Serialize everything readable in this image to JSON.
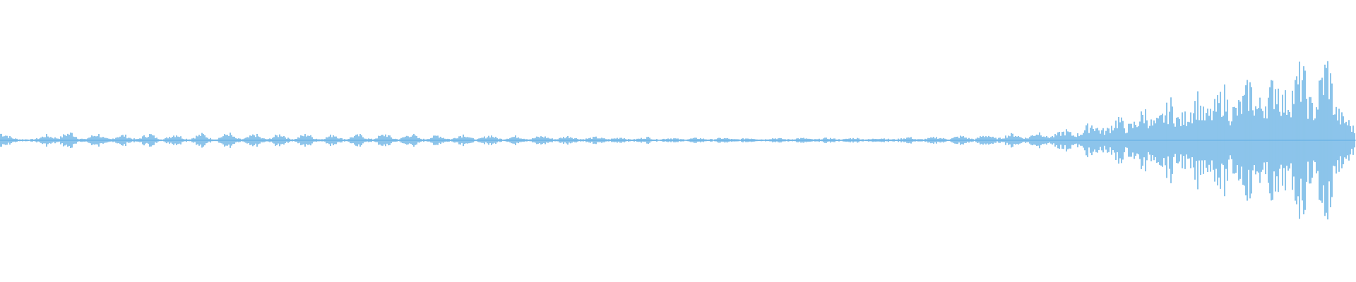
{
  "waveform": {
    "color": "#5aaae2",
    "background": "#ffffff",
    "peaks": [
      0.07,
      0.05,
      0.02,
      0.01,
      0.01,
      0.01,
      0.02,
      0.05,
      0.03,
      0.02,
      0.06,
      0.07,
      0.02,
      0.01,
      0.04,
      0.06,
      0.02,
      0.01,
      0.04,
      0.05,
      0.02,
      0.01,
      0.04,
      0.06,
      0.02,
      0.01,
      0.04,
      0.06,
      0.02,
      0.01,
      0.04,
      0.06,
      0.02,
      0.01,
      0.04,
      0.07,
      0.02,
      0.01,
      0.03,
      0.06,
      0.02,
      0.01,
      0.04,
      0.06,
      0.02,
      0.01,
      0.04,
      0.06,
      0.02,
      0.01,
      0.03,
      0.06,
      0.02,
      0.01,
      0.04,
      0.05,
      0.02,
      0.01,
      0.04,
      0.06,
      0.02,
      0.01,
      0.04,
      0.06,
      0.02,
      0.01,
      0.03,
      0.05,
      0.02,
      0.01,
      0.04,
      0.06,
      0.02,
      0.01,
      0.03,
      0.05,
      0.02,
      0.01,
      0.03,
      0.04,
      0.02,
      0.01,
      0.03,
      0.04,
      0.02,
      0.01,
      0.03,
      0.04,
      0.02,
      0.01,
      0.02,
      0.03,
      0.02,
      0.01,
      0.02,
      0.03,
      0.01,
      0.01,
      0.02,
      0.03,
      0.01,
      0.01,
      0.02,
      0.02,
      0.01,
      0.01,
      0.02,
      0.02,
      0.01,
      0.01,
      0.02,
      0.02,
      0.01,
      0.01,
      0.02,
      0.02,
      0.01,
      0.01,
      0.02,
      0.02,
      0.01,
      0.01,
      0.02,
      0.02,
      0.01,
      0.01,
      0.02,
      0.02,
      0.01,
      0.01,
      0.02,
      0.02,
      0.01,
      0.01,
      0.02,
      0.02,
      0.01,
      0.01,
      0.02,
      0.03,
      0.01,
      0.01,
      0.02,
      0.03,
      0.02,
      0.01,
      0.03,
      0.04,
      0.02,
      0.01,
      0.04,
      0.05,
      0.02,
      0.02,
      0.05,
      0.06,
      0.03,
      0.02,
      0.06,
      0.08,
      0.03,
      0.04,
      0.07,
      0.09,
      0.05,
      0.06,
      0.12,
      0.16,
      0.1,
      0.09,
      0.15,
      0.21,
      0.12,
      0.14,
      0.2,
      0.28,
      0.16,
      0.18,
      0.26,
      0.34,
      0.2,
      0.22,
      0.3,
      0.4,
      0.24,
      0.26,
      0.34,
      0.46,
      0.28,
      0.3,
      0.38,
      0.52,
      0.32,
      0.36,
      0.44,
      0.58,
      0.38,
      0.4,
      0.52,
      0.66,
      0.36,
      0.3,
      0.6,
      0.72,
      0.3,
      0.22,
      0.18,
      0.1
    ]
  }
}
